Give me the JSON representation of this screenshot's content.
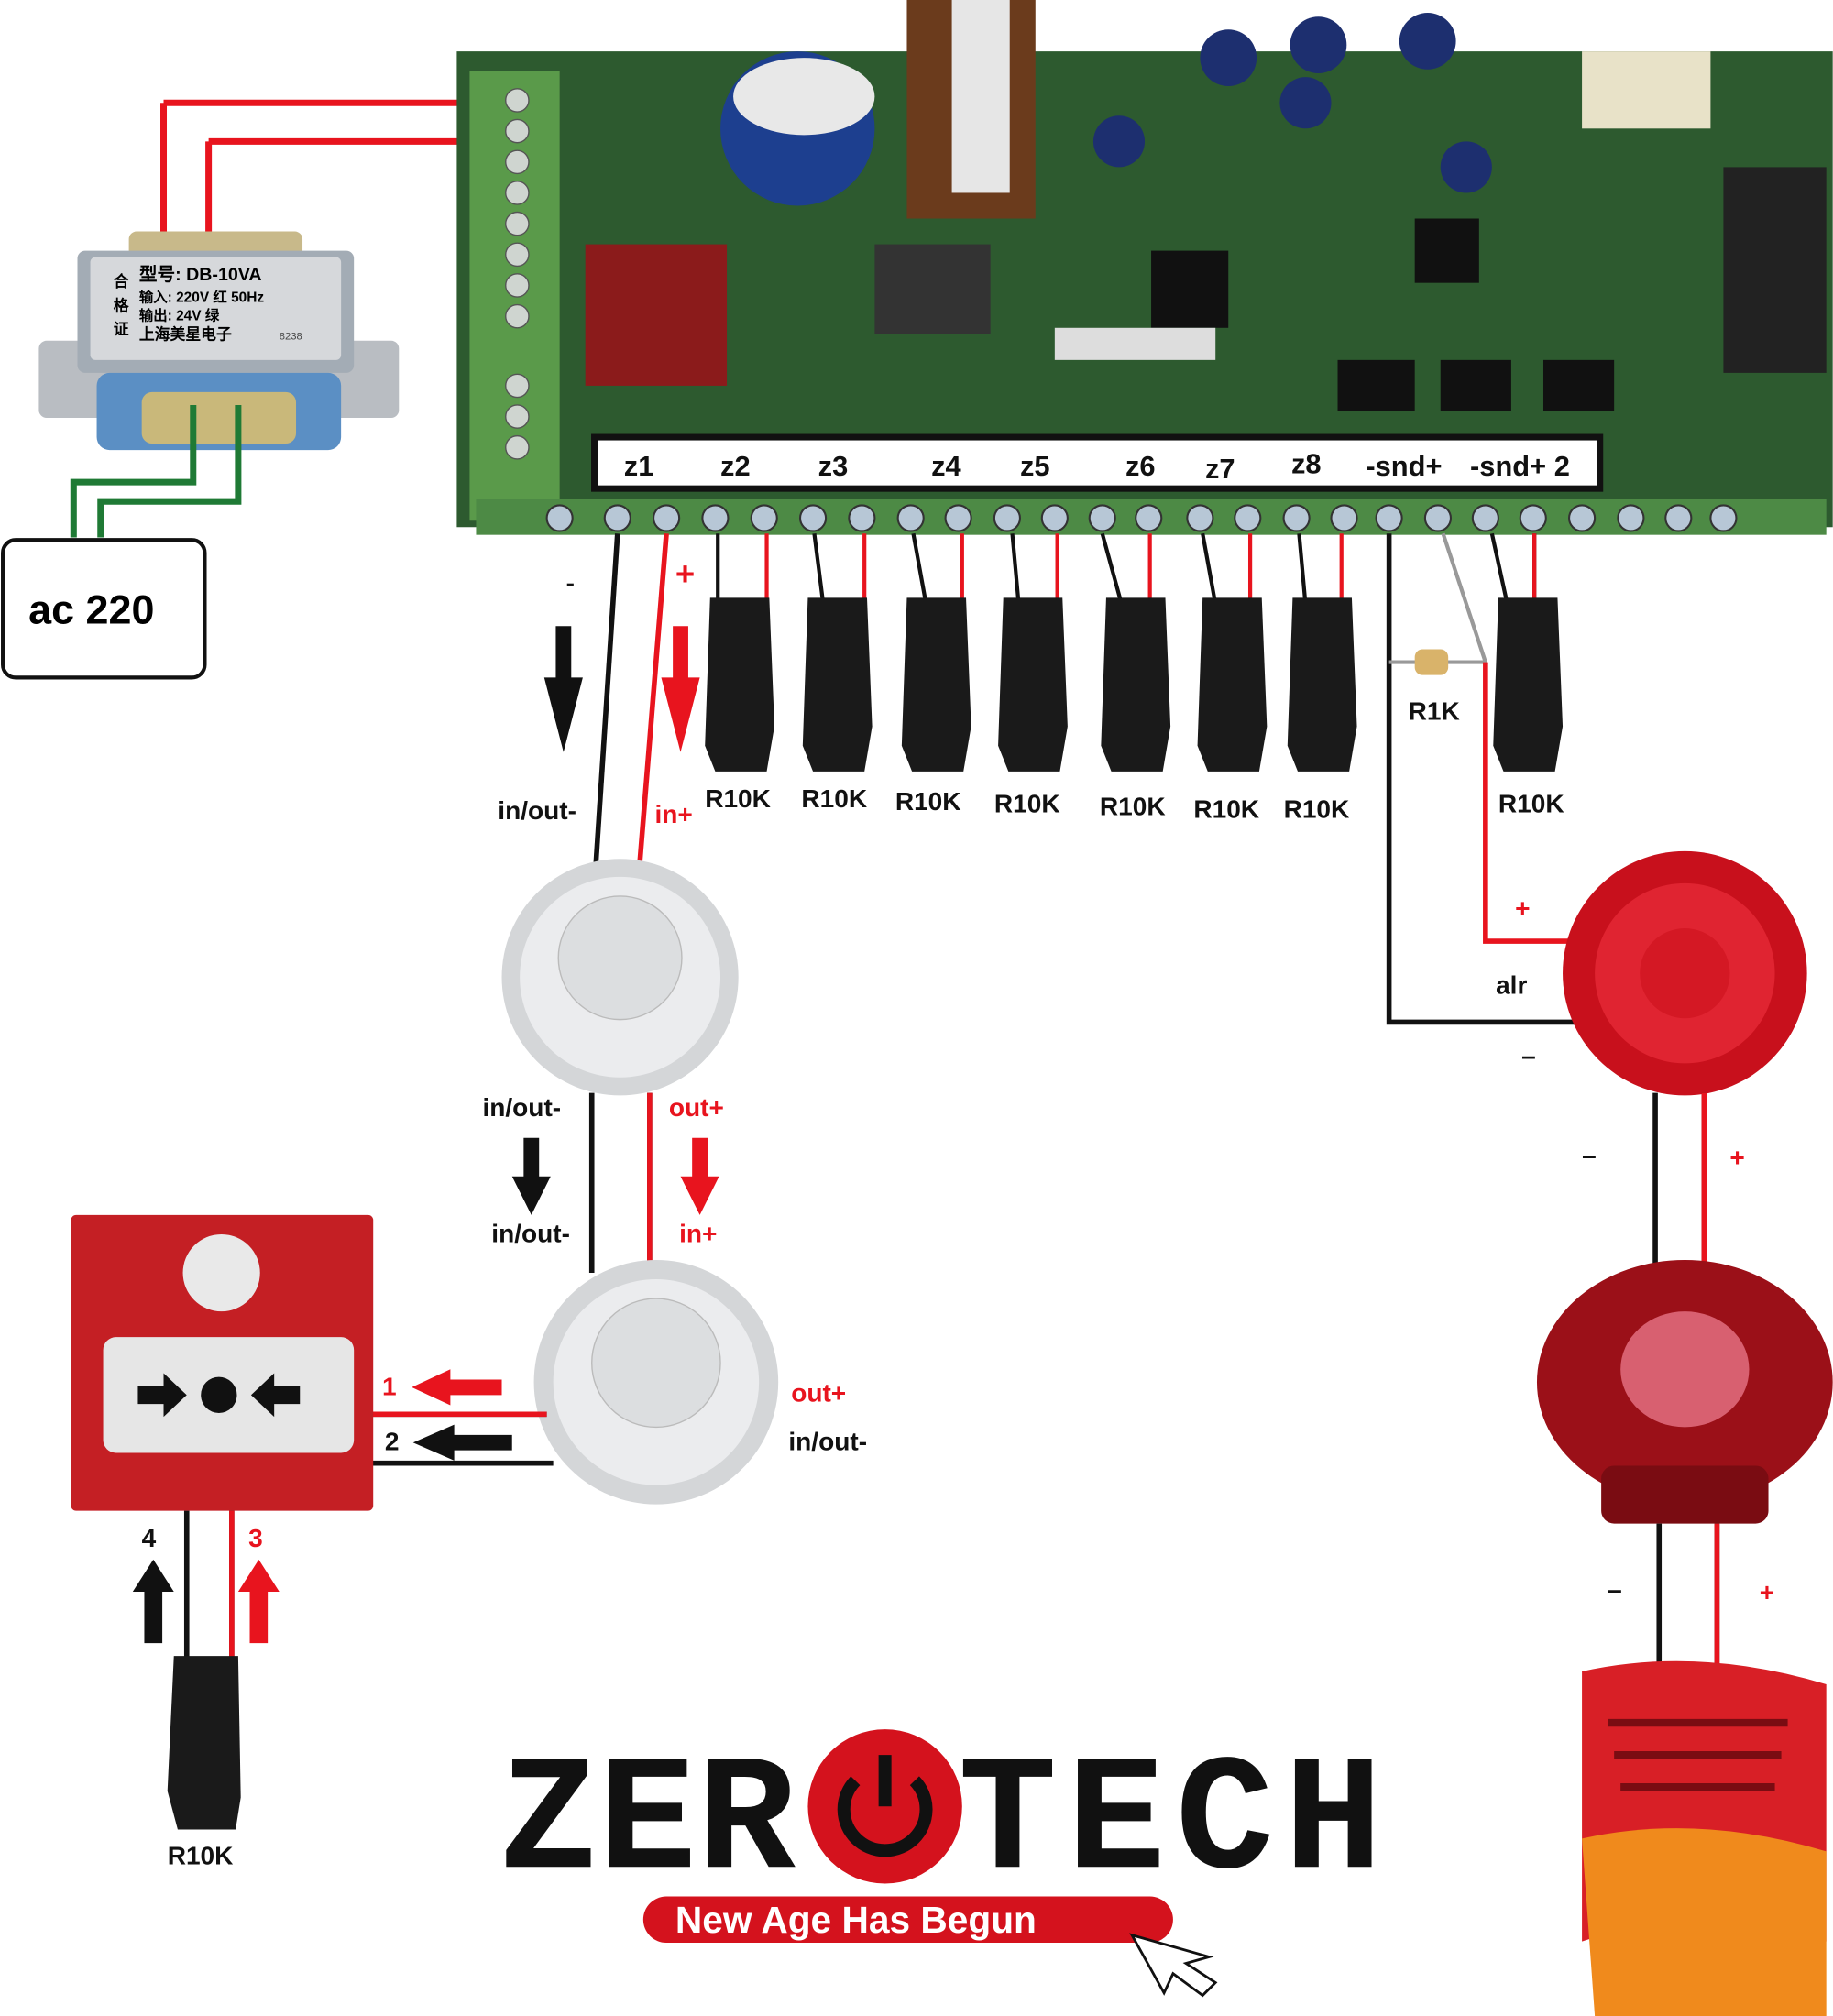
{
  "transformer": {
    "model": "型号: DB-10VA",
    "input": "输入: 220V 红 50Hz",
    "output": "输出: 24V 绿",
    "maker": "上海美星电子",
    "code": "8238",
    "cert": [
      "合",
      "格",
      "证"
    ]
  },
  "power_box": {
    "label": "ac 220"
  },
  "terminals": [
    "z1",
    "z2",
    "z3",
    "z4",
    "z5",
    "z6",
    "z7",
    "z8",
    "-snd+",
    "-snd+ 2"
  ],
  "zone_resistors": [
    "R10K",
    "R10K",
    "R10K",
    "R10K",
    "R10K",
    "R10K",
    "R10K"
  ],
  "siren_resistors": {
    "r1k": "R1K",
    "r10k": "R10K"
  },
  "z1_wiring": {
    "minus": "-",
    "plus": "+",
    "neg_label": "in/out-",
    "pos_label": "in+"
  },
  "detector1": {
    "neg_out": "in/out-",
    "pos_out": "out+"
  },
  "detector2": {
    "neg_in": "in/out-",
    "pos_in": "in+",
    "pos_out": "out+",
    "neg_out": "in/out-"
  },
  "call_point": {
    "t1": "1",
    "t2": "2",
    "t3": "3",
    "t4": "4",
    "resistor": "R10K"
  },
  "strobe": {
    "plus": "+",
    "alr": "alr",
    "minus": "–"
  },
  "sounder1": {
    "minus": "–",
    "plus": "+"
  },
  "sounder2": {
    "minus": "–",
    "plus": "+"
  },
  "logo": {
    "left": "ZER",
    "right": "TECH",
    "tagline": "New Age Has Begun"
  },
  "colors": {
    "wire_red": "#e8141e",
    "wire_black": "#111111",
    "wire_green": "#1f7a35",
    "pcb": "#2d5a2f",
    "accent": "#d4121d"
  }
}
